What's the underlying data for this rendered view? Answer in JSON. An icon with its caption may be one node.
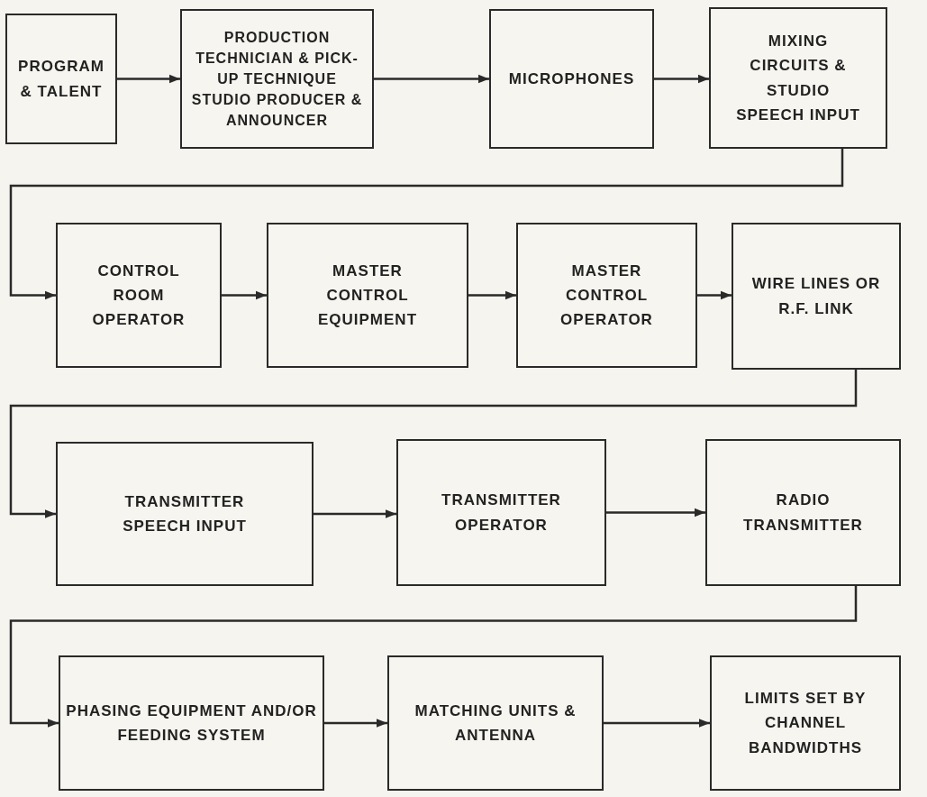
{
  "diagram": {
    "nodes": [
      {
        "text": [
          "PROGRAM & TALENT"
        ]
      },
      {
        "text": [
          "PRODUCTION TECHNICIAN & PICK-UP TECHNIQUE STUDIO PRODUCER & ANNOUNCER"
        ]
      },
      {
        "text": [
          "MICROPHONES"
        ]
      },
      {
        "text": [
          "MIXING CIRCUITS & STUDIO SPEECH INPUT"
        ]
      },
      {
        "text": [
          "CONTROL ROOM OPERATOR"
        ]
      },
      {
        "text": [
          "MASTER CONTROL EQUIPMENT"
        ]
      },
      {
        "text": [
          "MASTER CONTROL OPERATOR"
        ]
      },
      {
        "text": [
          "WIRE LINES OR R.F. LINK"
        ]
      },
      {
        "text": [
          "TRANSMITTER SPEECH INPUT"
        ]
      },
      {
        "text": [
          "TRANSMITTER OPERATOR"
        ]
      },
      {
        "text": [
          "RADIO TRANSMITTER"
        ]
      },
      {
        "text": [
          "PHASING EQUIPMENT AND/OR FEEDING SYSTEM"
        ]
      },
      {
        "text": [
          "MATCHING UNITS & ANTENNA"
        ]
      },
      {
        "text": [
          "LIMITS SET BY CHANNEL BANDWIDTHS"
        ]
      }
    ],
    "edges": [
      {
        "from": 0,
        "to": 1,
        "arrow": "to"
      },
      {
        "from": 1,
        "to": 2,
        "arrow": "to"
      },
      {
        "from": 2,
        "to": 3,
        "arrow": "to"
      },
      {
        "from": 3,
        "to": 4,
        "arrow": "to"
      },
      {
        "from": 4,
        "to": 5,
        "arrow": "to"
      },
      {
        "from": 5,
        "to": 6,
        "arrow": "to"
      },
      {
        "from": 6,
        "to": 7,
        "arrow": "to"
      },
      {
        "from": 7,
        "to": 8,
        "arrow": "to"
      },
      {
        "from": 8,
        "to": 9,
        "arrow": "to"
      },
      {
        "from": 9,
        "to": 10,
        "arrow": "to"
      },
      {
        "from": 10,
        "to": 11,
        "arrow": "to"
      },
      {
        "from": 11,
        "to": 12,
        "arrow": "to"
      },
      {
        "from": 12,
        "to": 13,
        "arrow": "to"
      }
    ]
  }
}
